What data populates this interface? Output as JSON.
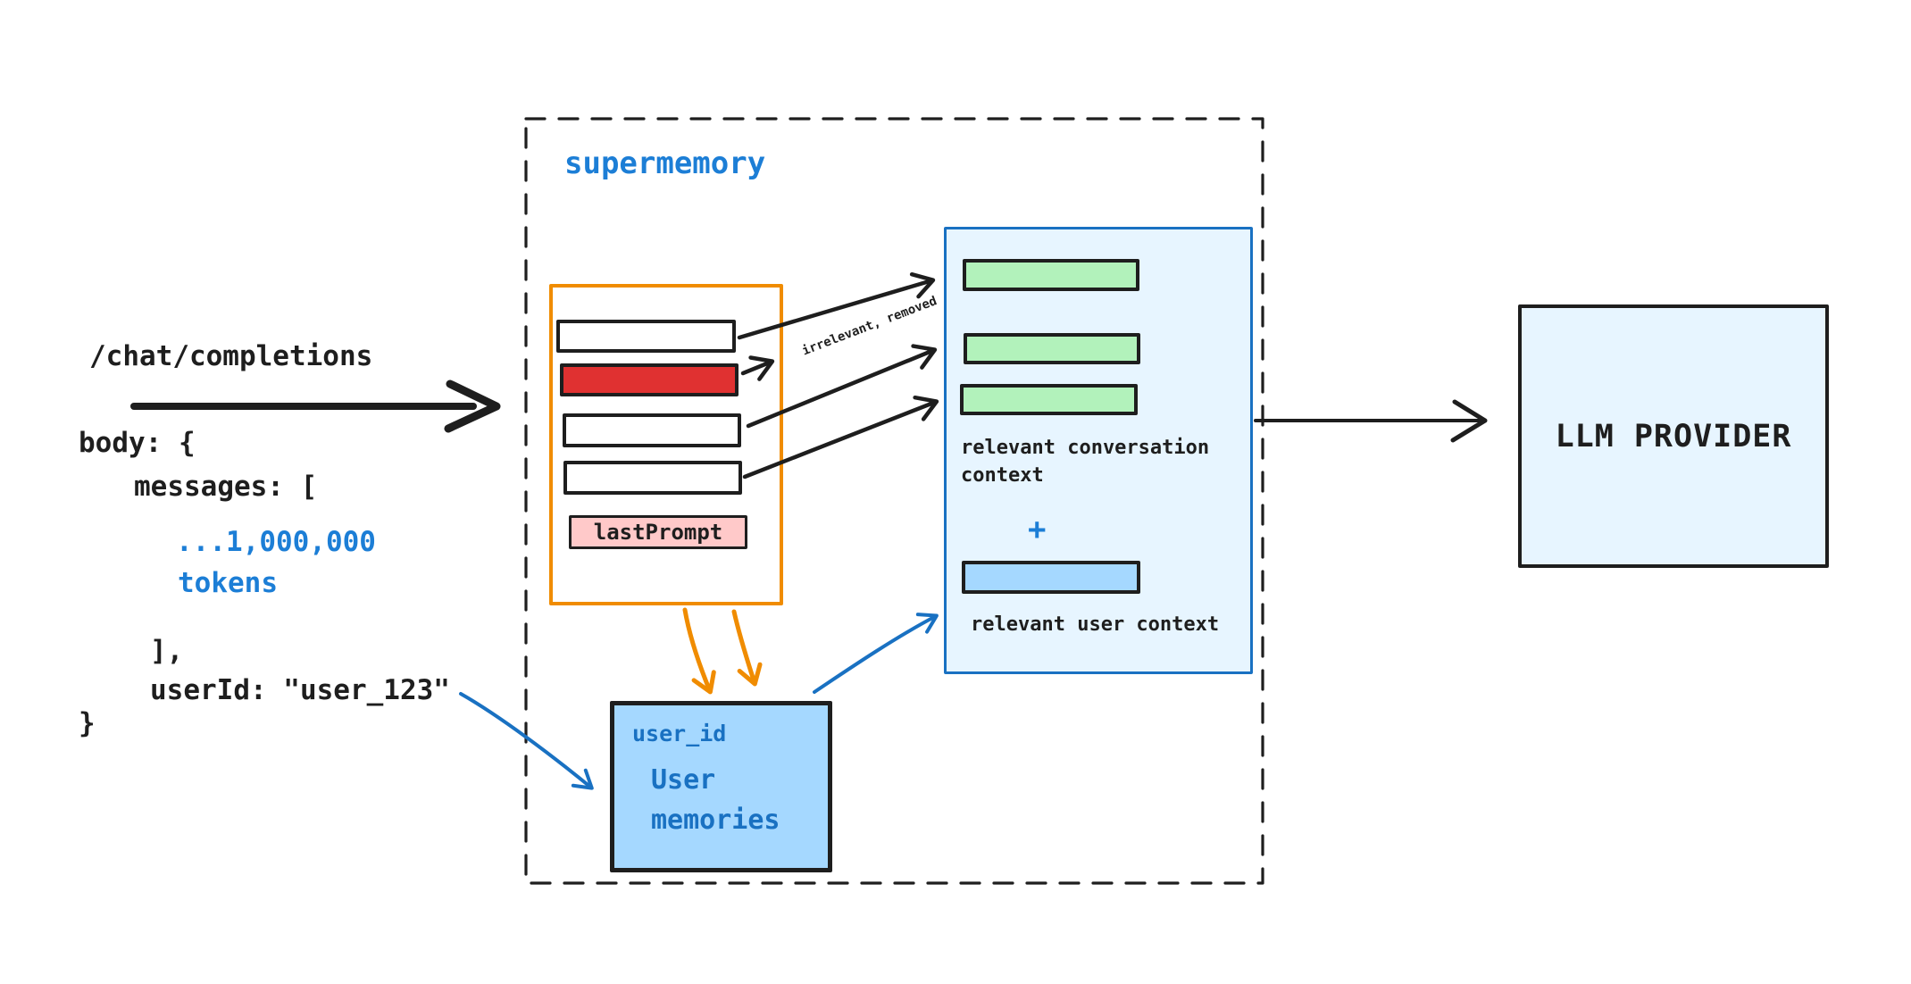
{
  "colors": {
    "ink": "#1e1e1e",
    "blue-text": "#1c7ed6",
    "blue-border": "#1971c2",
    "blue-fill-light": "#e7f5ff",
    "blue-fill": "#a5d8ff",
    "green-fill": "#b2f2bb",
    "red-fill": "#e03131",
    "pink-fill": "#ffc9c9",
    "orange": "#f08c00"
  },
  "request": {
    "endpoint": "/chat/completions",
    "body_open": "body: {",
    "messages_open": "messages: [",
    "tokens_highlight_line1": "...1,000,000",
    "tokens_highlight_line2": "tokens",
    "messages_close": "],",
    "user_id_field": "userId: \"user_123\"",
    "body_close": "}"
  },
  "supermemory": {
    "title": "supermemory",
    "filter_note": "irrelevant, removed",
    "prompt_window": {
      "last_prompt_label": "lastPrompt"
    },
    "user_memories": {
      "key_label": "user_id",
      "name": "User\nmemories"
    },
    "context_output": {
      "conversation_caption": "relevant conversation\ncontext",
      "plus_sign": "+",
      "user_caption": "relevant user context"
    }
  },
  "llm_provider": {
    "label": "LLM PROVIDER"
  }
}
